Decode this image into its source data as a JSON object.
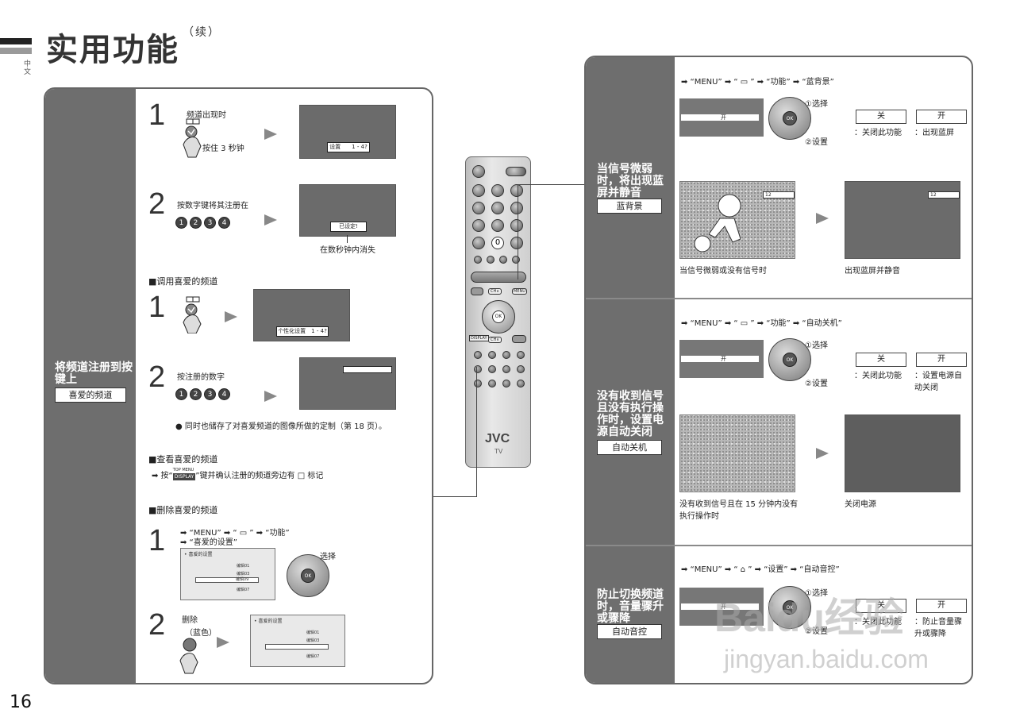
{
  "header": {
    "title": "实用功能",
    "title_suffix": "（续）",
    "lang_tab": "中文",
    "page_number": "16"
  },
  "left": {
    "feature_title": "将频道注册到按键上",
    "feature_tag": "喜爱的频道",
    "register": {
      "step1_num": "1",
      "step1_text1": "频道出现时",
      "step1_text2": "按住 3 秒钟",
      "step1_osd": "设置　　1 - 4?",
      "step2_num": "2",
      "step2_text": "按数字键将其注册在",
      "step2_osd": "已设定!",
      "step2_note": "在数秒钟内消失"
    },
    "recall": {
      "heading": "■调用喜爱的频道",
      "step1_num": "1",
      "step1_osd": "个性化设置　1 - 4?",
      "step2_num": "2",
      "step2_text": "按注册的数字",
      "note": "● 同时也储存了对喜爱频道的图像所做的定制（第 18 页）。"
    },
    "check": {
      "heading": "■查看喜爱的频道",
      "line_pre": "➡ 按“",
      "key": "DISPLAY",
      "key_top": "TOP MENU",
      "line_post": "”键并确认注册的频道旁边有 □ 标记"
    },
    "delete": {
      "heading": "■删除喜爱的频道",
      "step1_num": "1",
      "path1": "➡ “MENU” ➡ “ ▭ ” ➡ “功能”",
      "path2": "➡ “喜爱的设置”",
      "menu_title": "• 喜爱的设置",
      "menu_items": [
        "编辑01",
        "编辑03",
        "编辑09",
        "编辑07"
      ],
      "select_label": "选择",
      "step2_num": "2",
      "step2_text": "删除",
      "step2_color": "（蓝色）"
    },
    "numbers": [
      "1",
      "2",
      "3",
      "4"
    ]
  },
  "right": {
    "blue_bg": {
      "path": "➡ “MENU” ➡ “ ▭ ” ➡ “功能” ➡ “蓝背景”",
      "title": "当信号微弱时，将出现蓝屏并静音",
      "tag": "蓝背景",
      "menu_value": "开",
      "select": "①选择",
      "set": "②设置",
      "off_label": "关",
      "off_desc": "：关闭此功能",
      "on_label": "开",
      "on_desc": "：出现蓝屏",
      "caption_left": "当信号微弱或没有信号时",
      "caption_right": "出现蓝屏并静音",
      "channel_num": "12"
    },
    "auto_off": {
      "path": "➡ “MENU” ➡ “ ▭ ” ➡ “功能” ➡ “自动关机”",
      "title": "没有收到信号且没有执行操作时，设置电源自动关闭",
      "tag": "自动关机",
      "menu_value": "开",
      "select": "①选择",
      "set": "②设置",
      "off_label": "关",
      "off_desc": "：关闭此功能",
      "on_label": "开",
      "on_desc": "：设置电源自动关闭",
      "caption_left": "没有收到信号且在 15 分钟内没有执行操作时",
      "caption_right": "关闭电源"
    },
    "auto_vol": {
      "path": "➡ “MENU” ➡ “ ⌂ ” ➡ “设置” ➡ “自动音控”",
      "title": "防止切换频道时，音量骤升或骤降",
      "tag": "自动音控",
      "menu_value": "开",
      "select": "①选择",
      "set": "②设置",
      "off_label": "关",
      "off_desc": "：关闭此功能",
      "on_label": "开",
      "on_desc": "：防止音量骤升或骤降"
    }
  },
  "remote": {
    "brand": "JVC",
    "model": "TV",
    "btn_ch_up": "CH∧",
    "btn_ch_down": "CH∨",
    "btn_menu": "MENU",
    "btn_display": "DISPLAY",
    "btn_ok": "OK",
    "btn_zero": "0"
  },
  "watermark": {
    "brand": "Baidu经验",
    "url": "jingyan.baidu.com"
  },
  "colors": {
    "panel_gray": "#6e6e6e",
    "screen_gray": "#6b6b6b",
    "text": "#222222"
  }
}
